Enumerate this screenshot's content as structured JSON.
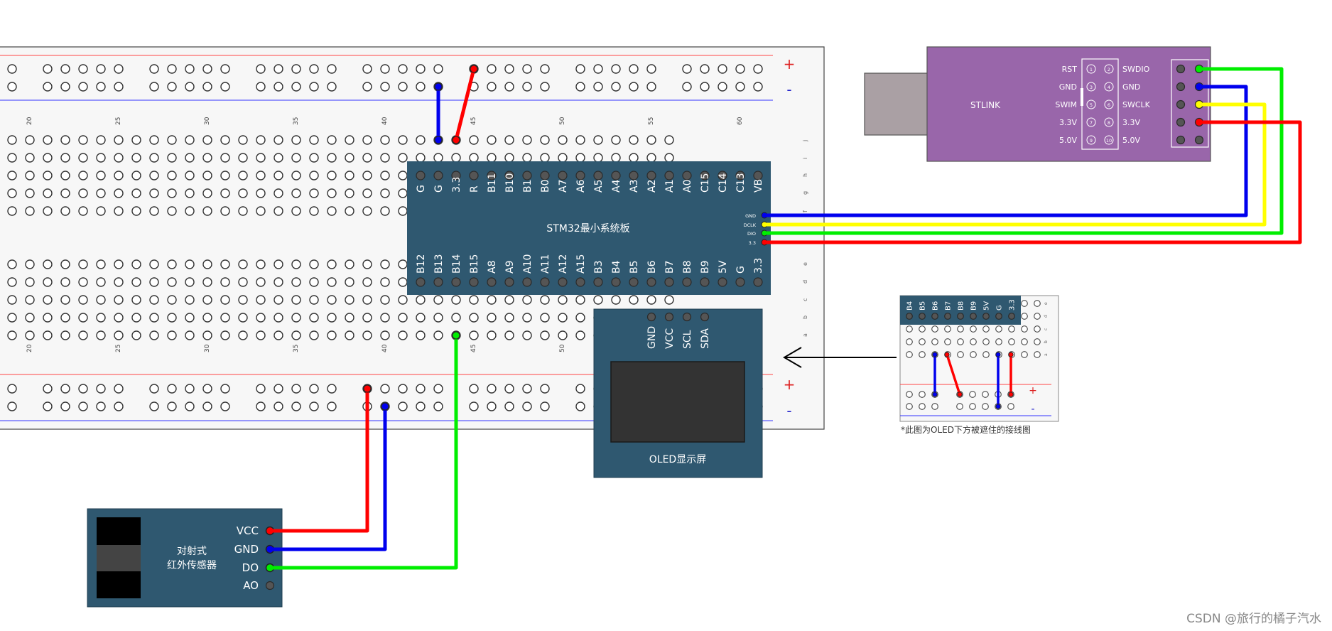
{
  "breadboard": {
    "column_numbers": [
      "20",
      "25",
      "30",
      "35",
      "40",
      "45",
      "50",
      "55",
      "60"
    ],
    "row_letters_top": [
      "j",
      "i",
      "h",
      "g",
      "f"
    ],
    "row_letters_bottom": [
      "e",
      "d",
      "c",
      "b",
      "a"
    ],
    "rail_plus": "+",
    "rail_minus": "-"
  },
  "stm32": {
    "title": "STM32最小系统板",
    "top_pins": [
      "G",
      "G",
      "3.3",
      "R",
      "B11",
      "B10",
      "B1",
      "B0",
      "A7",
      "A6",
      "A5",
      "A4",
      "A3",
      "A2",
      "A1",
      "A0",
      "C15",
      "C14",
      "C13",
      "VB"
    ],
    "bottom_pins": [
      "B12",
      "B13",
      "B14",
      "B15",
      "A8",
      "A9",
      "A10",
      "A11",
      "A12",
      "A15",
      "B3",
      "B4",
      "B5",
      "B6",
      "B7",
      "B8",
      "B9",
      "5V",
      "G",
      "3.3"
    ],
    "swd_pins": [
      "GND",
      "DCLK",
      "DIO",
      "3.3"
    ]
  },
  "stlink": {
    "title": "STLINK",
    "left_labels": [
      "RST",
      "GND",
      "SWIM",
      "3.3V",
      "5.0V"
    ],
    "right_labels": [
      "SWDIO",
      "GND",
      "SWCLK",
      "3.3V",
      "5.0V"
    ],
    "pin_numbers": [
      "1",
      "2",
      "3",
      "4",
      "5",
      "6",
      "7",
      "8",
      "9",
      "10"
    ]
  },
  "oled": {
    "title": "OLED显示屏",
    "pins": [
      "GND",
      "VCC",
      "SCL",
      "SDA"
    ]
  },
  "sensor": {
    "title_line1": "对射式",
    "title_line2": "红外传感器",
    "pins": [
      "VCC",
      "GND",
      "DO",
      "AO"
    ]
  },
  "inset": {
    "pins": [
      "B4",
      "B5",
      "B6",
      "B7",
      "B8",
      "B9",
      "5V",
      "G",
      "3.3"
    ],
    "row_letters": [
      "e",
      "d",
      "c",
      "b",
      "a"
    ],
    "rail_plus": "+",
    "rail_minus": "-",
    "caption": "*此图为OLED下方被遮住的接线图"
  },
  "wire_colors": {
    "red": "#ff0000",
    "blue": "#0000ee",
    "green": "#00ee00",
    "yellow": "#ffff00"
  },
  "colors": {
    "board_dark": "#2f5870",
    "stlink_purple": "#9966aa",
    "usb_gray": "#aaa0a4",
    "rail_red": "#ff4444",
    "rail_blue": "#3333ff"
  },
  "watermark": "CSDN @旅行的橘子汽水"
}
